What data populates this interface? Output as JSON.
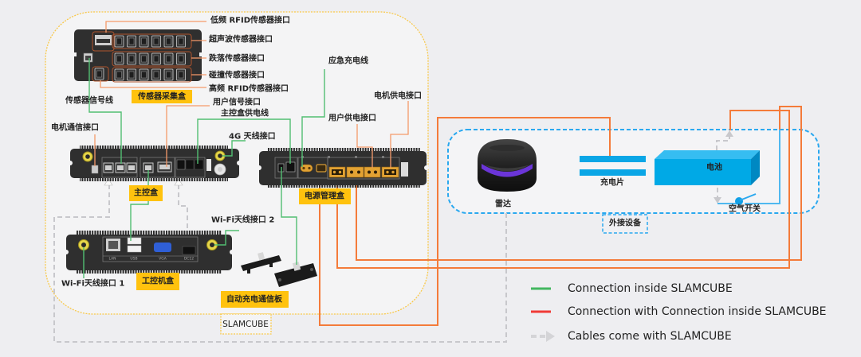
{
  "containers": {
    "slamcube": "SLAMCUBE",
    "external_devices": "外接设备"
  },
  "devices": {
    "sensor_box": "传感器采集盒",
    "main_box": "主控盒",
    "power_box": "电源管理盒",
    "ipc_box": "工控机盒",
    "charging_board": "自动充电通信板",
    "lidar": "雷达",
    "charging_plate": "充电片",
    "battery": "电池",
    "air_switch": "空气开关"
  },
  "ports": {
    "low_freq_rfid": "低频 RFID传感器接口",
    "ultrasonic": "超声波传感器接口",
    "fall": "跌落传感器接口",
    "collision": "碰撞传感器接口",
    "high_freq_rfid": "高频 RFID传感器接口",
    "sensor_signal_line": "传感器信号线",
    "user_signal": "用户信号接口",
    "main_box_power_line": "主控盒供电线",
    "motor_comm": "电机通信接口",
    "antenna_4g": "4G 天线接口",
    "emergency_charge_line": "应急充电线",
    "motor_power": "电机供电接口",
    "user_power": "用户供电接口",
    "wifi_antenna_1": "Wi-Fi天线接口 1",
    "wifi_antenna_2": "Wi-Fi天线接口 2"
  },
  "ipc_port_labels": [
    "LAN",
    "USB",
    "VGA",
    "DC12"
  ],
  "legend": {
    "items": [
      {
        "label": "Connection inside SLAMCUBE",
        "color": "#43b75f",
        "style": "solid"
      },
      {
        "label": "Connection with Connection inside SLAMCUBE",
        "color": "#f03b36",
        "style": "solid"
      },
      {
        "label": "Cables come with SLAMCUBE",
        "color": "#d4d4d7",
        "style": "dashed-arrow"
      }
    ]
  },
  "colors": {
    "inside_line": "#52bf72",
    "external_line": "#f47b3a",
    "cable_line": "#c8c8cc",
    "external_box": "#2aa8ef",
    "device_label": "#ffc20e",
    "battery": "#00a9e6"
  }
}
